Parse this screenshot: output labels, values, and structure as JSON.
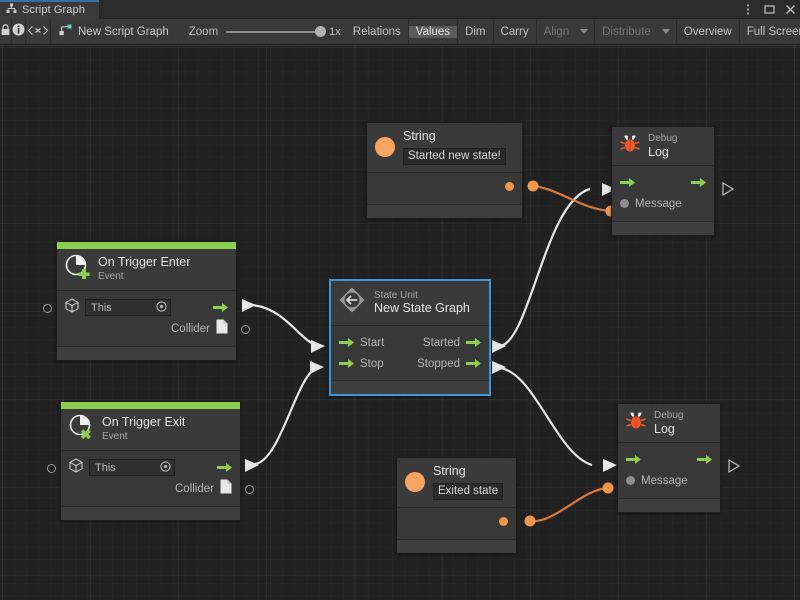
{
  "window": {
    "tab_label": "Script Graph",
    "tab_icon": "graph-hierarchy-icon",
    "controls": [
      {
        "name": "kebab-menu-icon",
        "glyph": "⋮"
      },
      {
        "name": "maximize-icon",
        "glyph": "□"
      },
      {
        "name": "close-icon",
        "glyph": "✕"
      }
    ]
  },
  "toolbar": {
    "lock_icon": "lock-icon",
    "info_icon": "info-icon",
    "code_icon": "code-brackets-icon",
    "graph_icon": "script-graph-icon",
    "graph_name": "New Script Graph",
    "zoom_label": "Zoom",
    "zoom_value": "1x",
    "buttons": [
      {
        "label": "Relations",
        "state": "normal"
      },
      {
        "label": "Values",
        "state": "selected"
      },
      {
        "label": "Dim",
        "state": "normal"
      },
      {
        "label": "Carry",
        "state": "normal"
      },
      {
        "label": "Align",
        "state": "disabled",
        "dropdown": true
      },
      {
        "label": "Distribute",
        "state": "disabled",
        "dropdown": true
      },
      {
        "label": "Overview",
        "state": "normal"
      },
      {
        "label": "Full Screen",
        "state": "normal"
      }
    ]
  },
  "nodes": {
    "on_trigger_enter": {
      "title": "On Trigger Enter",
      "subtitle": "Event",
      "icon": "on-trigger-enter-icon",
      "target_value": "This",
      "output_label": "Collider",
      "output_icon": "collider-object-icon"
    },
    "on_trigger_exit": {
      "title": "On Trigger Exit",
      "subtitle": "Event",
      "icon": "on-trigger-exit-icon",
      "target_value": "This",
      "output_label": "Collider",
      "output_icon": "collider-object-icon"
    },
    "state_unit": {
      "subtitle": "State Unit",
      "title": "New State Graph",
      "icon": "state-unit-icon",
      "selected": true,
      "inputs": [
        "Start",
        "Stop"
      ],
      "outputs": [
        "Started",
        "Stopped"
      ]
    },
    "string_top": {
      "title": "String",
      "icon": "string-value-icon",
      "value": "Started new state!"
    },
    "string_bottom": {
      "title": "String",
      "icon": "string-value-icon",
      "value": "Exited state"
    },
    "debug_log_top": {
      "subtitle": "Debug",
      "title": "Log",
      "icon": "debug-bug-icon",
      "input_label": "Message"
    },
    "debug_log_bottom": {
      "subtitle": "Debug",
      "title": "Log",
      "icon": "debug-bug-icon",
      "input_label": "Message"
    }
  },
  "colors": {
    "event_accent": "#8ccf4f",
    "flow_port": "#8ccf4f",
    "value_port": "#f0974c",
    "selection": "#3d97d6",
    "canvas_bg": "#212121",
    "node_bg": "#383838"
  }
}
